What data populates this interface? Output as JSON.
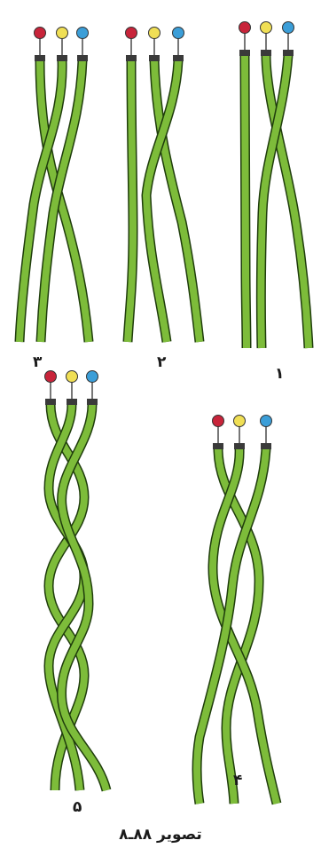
{
  "colors": {
    "strand_fill": "#7dbc3a",
    "strand_outline": "#1f3d0c",
    "knob_red": "#c8243a",
    "knob_yellow": "#f0df55",
    "knob_blue": "#3b9ed8",
    "pin": "#555555",
    "cap": "#3a3a3a"
  },
  "panels": [
    {
      "id": "1",
      "label": "۱",
      "knobs": [
        "red",
        "yellow",
        "blue"
      ]
    },
    {
      "id": "2",
      "label": "۲",
      "knobs": [
        "red",
        "yellow",
        "blue"
      ]
    },
    {
      "id": "3",
      "label": "۳",
      "knobs": [
        "red",
        "yellow",
        "blue"
      ]
    },
    {
      "id": "4",
      "label": "۴",
      "knobs": [
        "red",
        "yellow",
        "blue"
      ]
    },
    {
      "id": "5",
      "label": "۵",
      "knobs": [
        "red",
        "yellow",
        "blue"
      ]
    }
  ],
  "caption": "تصویر ۸۸ـ۸"
}
